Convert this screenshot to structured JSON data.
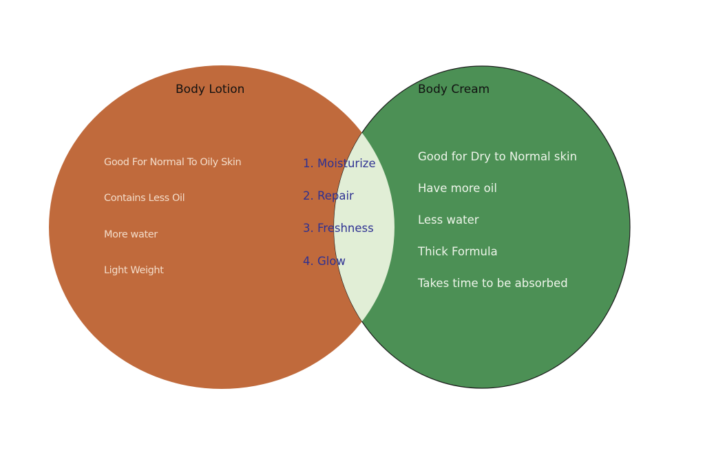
{
  "colors": {
    "left_circle": "#c06a3c",
    "right_circle": "#4c9055",
    "overlap": "#e1eed6",
    "left_text": "#f3dcc9",
    "right_text": "#eef5ea",
    "overlap_text": "#2e3192",
    "title_text": "#111111"
  },
  "venn": {
    "left": {
      "title": "Body Lotion",
      "items": [
        "Good For  Normal To Oily Skin",
        "Contains Less Oil",
        "More water",
        "Light Weight"
      ]
    },
    "right": {
      "title": "Body Cream",
      "items": [
        "Good for Dry to Normal skin",
        "Have more oil",
        "Less water",
        "Thick Formula",
        "Takes time to be absorbed"
      ]
    },
    "overlap": {
      "items": [
        "1. Moisturize",
        "2. Repair",
        "3. Freshness",
        "4. Glow"
      ]
    }
  }
}
